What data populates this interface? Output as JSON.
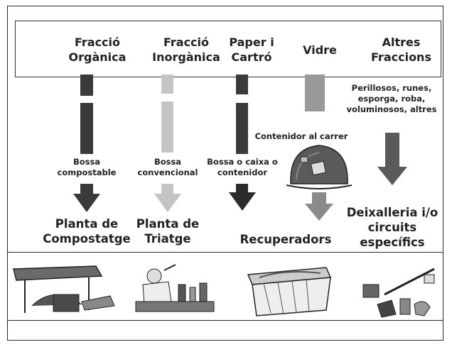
{
  "header": {
    "columns": [
      {
        "label": "Fracció\nOrgànica"
      },
      {
        "label": "Fracció\nInorgànica"
      },
      {
        "label": "Paper i\nCartró"
      },
      {
        "label": "Vidre"
      },
      {
        "label": "Altres\nFraccions"
      }
    ]
  },
  "containers": {
    "organica": "Bossa\ncompostable",
    "inorganica": "Bossa\nconvencional",
    "paper": "Bossa o caixa o\ncontenidor",
    "vidre": "Contenidor al carrer",
    "altres": "Perillosos, runes,\nesporga, roba,\nvoluminosos, altres"
  },
  "destinations": {
    "compostatge": "Planta de\nCompostatge",
    "triatge": "Planta de\nTriatge",
    "recuperadors": "Recuperadors",
    "deixalleria": "Deixalleria i/o\ncircuits\nespecífics"
  },
  "colors": {
    "dark": "#3a3a3a",
    "light": "#b8b8b8",
    "medium": "#8a8a8a",
    "darker": "#2b2b2b"
  }
}
